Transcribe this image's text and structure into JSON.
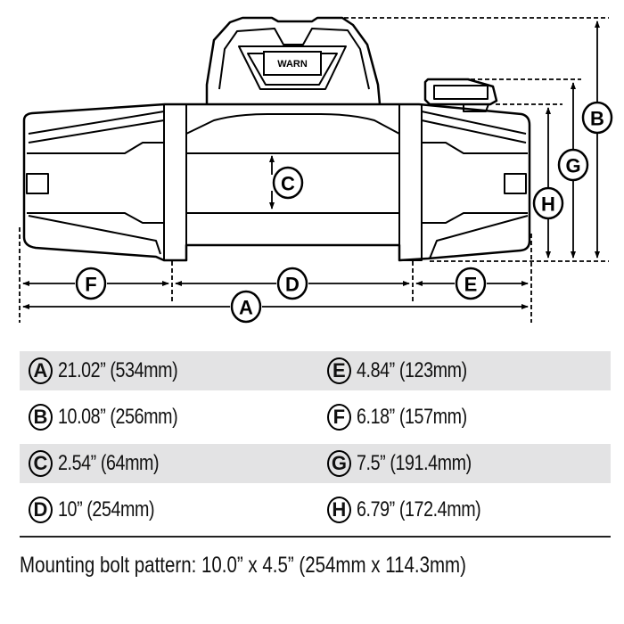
{
  "diagram": {
    "logo_text": "WARN",
    "labels": {
      "A": "A",
      "B": "B",
      "C": "C",
      "D": "D",
      "E": "E",
      "F": "F",
      "G": "G",
      "H": "H"
    }
  },
  "dimensions": [
    {
      "letter": "A",
      "value": "21.02” (534mm)"
    },
    {
      "letter": "E",
      "value": "4.84” (123mm)"
    },
    {
      "letter": "B",
      "value": "10.08” (256mm)"
    },
    {
      "letter": "F",
      "value": "6.18” (157mm)"
    },
    {
      "letter": "C",
      "value": "2.54” (64mm)"
    },
    {
      "letter": "G",
      "value": "7.5” (191.4mm)"
    },
    {
      "letter": "D",
      "value": "10” (254mm)"
    },
    {
      "letter": "H",
      "value": "6.79” (172.4mm)"
    }
  ],
  "footer": "Mounting bolt pattern: 10.0” x 4.5” (254mm x 114.3mm)"
}
